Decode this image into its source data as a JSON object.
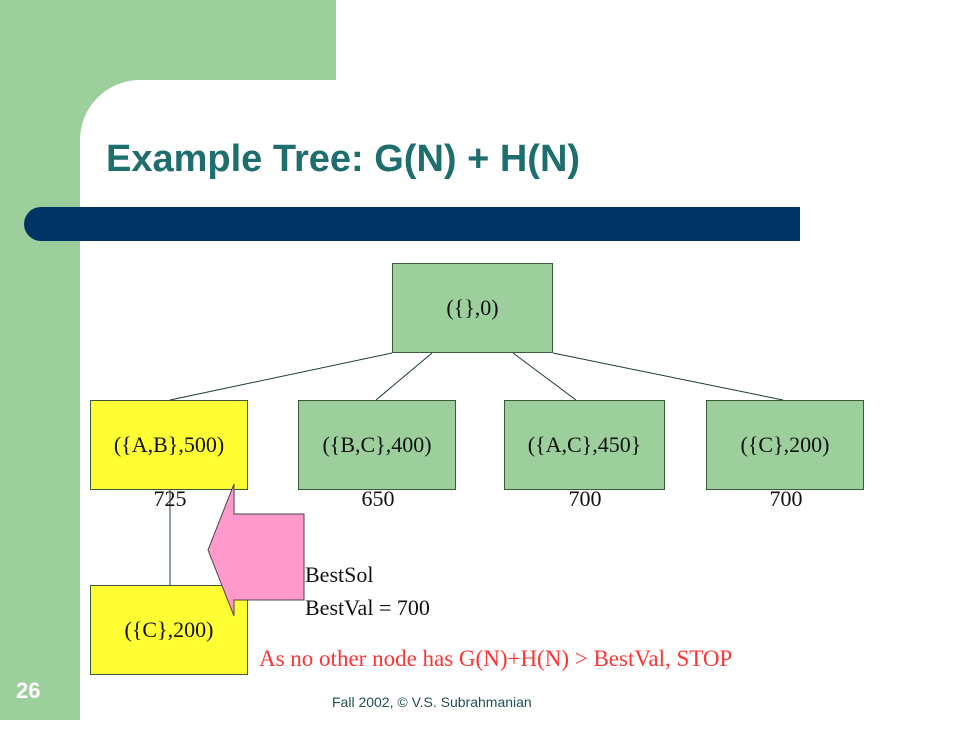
{
  "slide": {
    "title": "Example Tree: G(N) + H(N)",
    "number": "26",
    "footer": "Fall 2002, © V.S. Subrahmanian"
  },
  "tree": {
    "root": "({},0)",
    "children": [
      {
        "label": "({A,B},500)",
        "value": "725"
      },
      {
        "label": "({B,C},400)",
        "value": "650"
      },
      {
        "label": "({A,C},450}",
        "value": "700"
      },
      {
        "label": "({C},200)",
        "value": "700"
      }
    ],
    "grandchild": "({C},200)"
  },
  "best": {
    "sol_label": "BestSol",
    "val_label": "BestVal = 700"
  },
  "stop_note": "As no  other node has G(N)+H(N) > BestVal, STOP",
  "colors": {
    "green_fill": "#9dcf9d",
    "yellow_fill": "#ffff33",
    "arrow_fill": "#ff99cc",
    "title_color": "#1f6e6e",
    "title_bar": "#003366",
    "stop_text": "#ff3333"
  }
}
